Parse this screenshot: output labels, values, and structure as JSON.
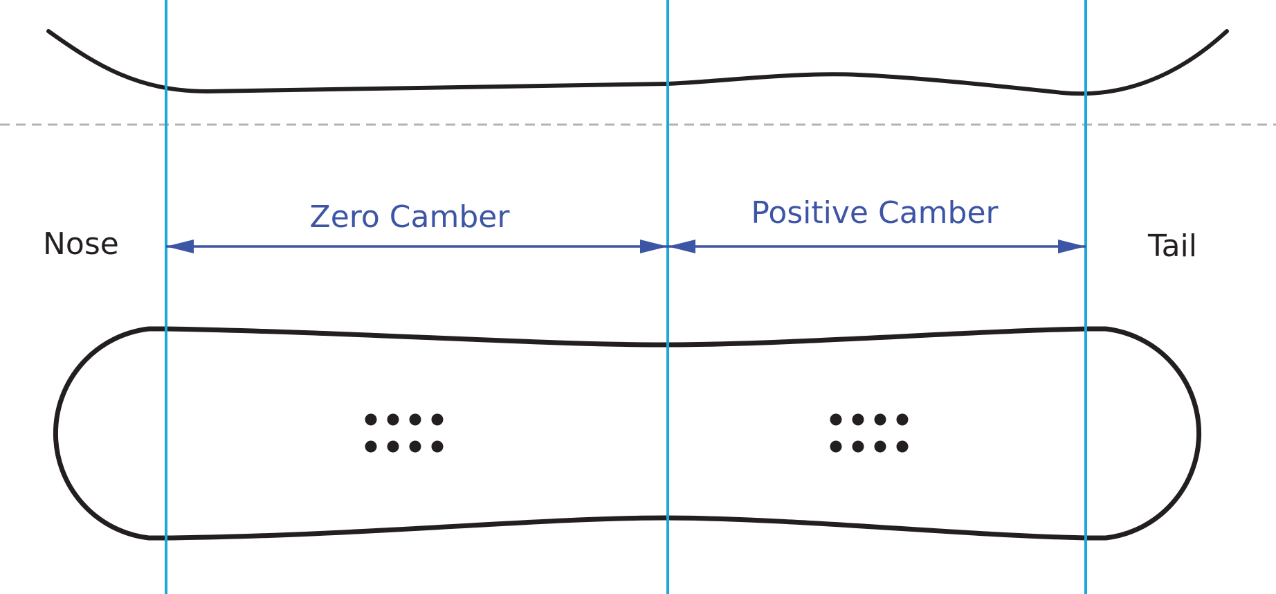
{
  "labels": {
    "nose": "Nose",
    "tail": "Tail",
    "zero_camber": "Zero Camber",
    "positive_camber": "Positive Camber"
  },
  "colors": {
    "outline": "#231f20",
    "guide_line": "#1aa7dc",
    "arrow": "#3c55a5",
    "dashed_baseline": "#b3b3b3",
    "background": "#ffffff"
  },
  "icons": {
    "binding_inserts": "dot-grid"
  }
}
